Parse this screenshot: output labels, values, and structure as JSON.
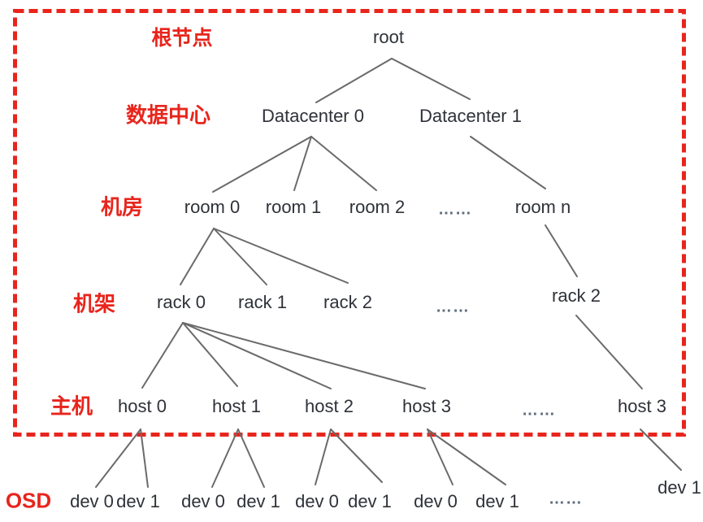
{
  "colors": {
    "annotation_red": "#e8251c",
    "node_text": "#2e3238",
    "edge_gray": "#6a6a6a",
    "background": "#ffffff"
  },
  "level_labels": {
    "root": "根节点",
    "datacenter": "数据中心",
    "room": "机房",
    "rack": "机架",
    "host": "主机",
    "osd": "OSD"
  },
  "tree": {
    "root": "root",
    "datacenters": [
      "Datacenter 0",
      "Datacenter 1"
    ],
    "rooms": [
      "room 0",
      "room 1",
      "room 2",
      "……",
      "room n"
    ],
    "racks": [
      "rack 0",
      "rack 1",
      "rack 2",
      "……",
      "rack 2"
    ],
    "hosts": [
      "host 0",
      "host 1",
      "host 2",
      "host 3",
      "……",
      "host 3"
    ],
    "devs": [
      "dev 0",
      "dev 1",
      "dev 0",
      "dev 1",
      "dev 0",
      "dev 1",
      "dev 0",
      "dev 1",
      "……",
      "dev 1"
    ]
  }
}
